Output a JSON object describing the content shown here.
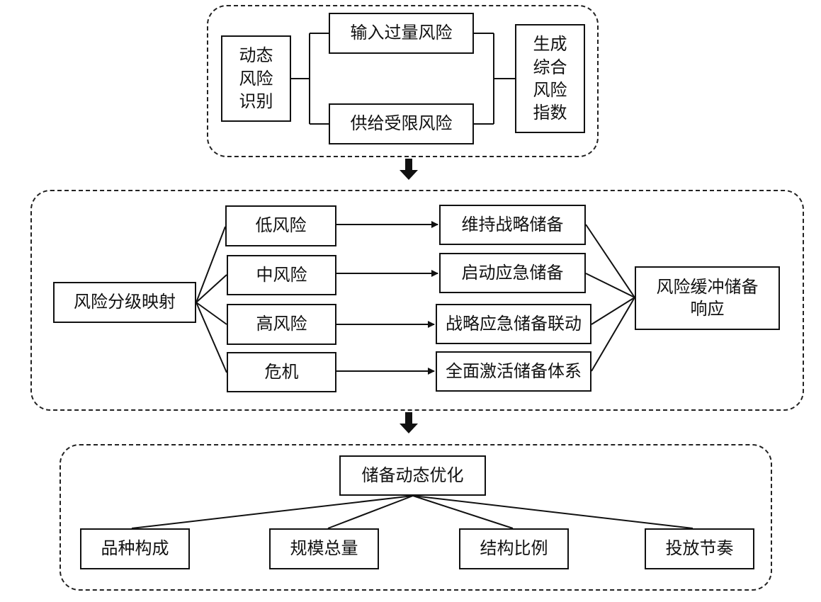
{
  "identify": {
    "source": "动态\n风险\n识别",
    "input_risk": "输入过量风险",
    "supply_risk": "供给受限风险",
    "index": "生成\n综合\n风险\n指数"
  },
  "mapping": {
    "source": "风险分级映射",
    "levels": [
      "低风险",
      "中风险",
      "高风险",
      "危机"
    ],
    "actions": [
      "维持战略储备",
      "启动应急储备",
      "战略应急储备联动",
      "全面激活储备体系"
    ],
    "response": "风险缓冲储备\n响应"
  },
  "optimize": {
    "root": "储备动态优化",
    "children": [
      "品种构成",
      "规模总量",
      "结构比例",
      "投放节奏"
    ]
  }
}
